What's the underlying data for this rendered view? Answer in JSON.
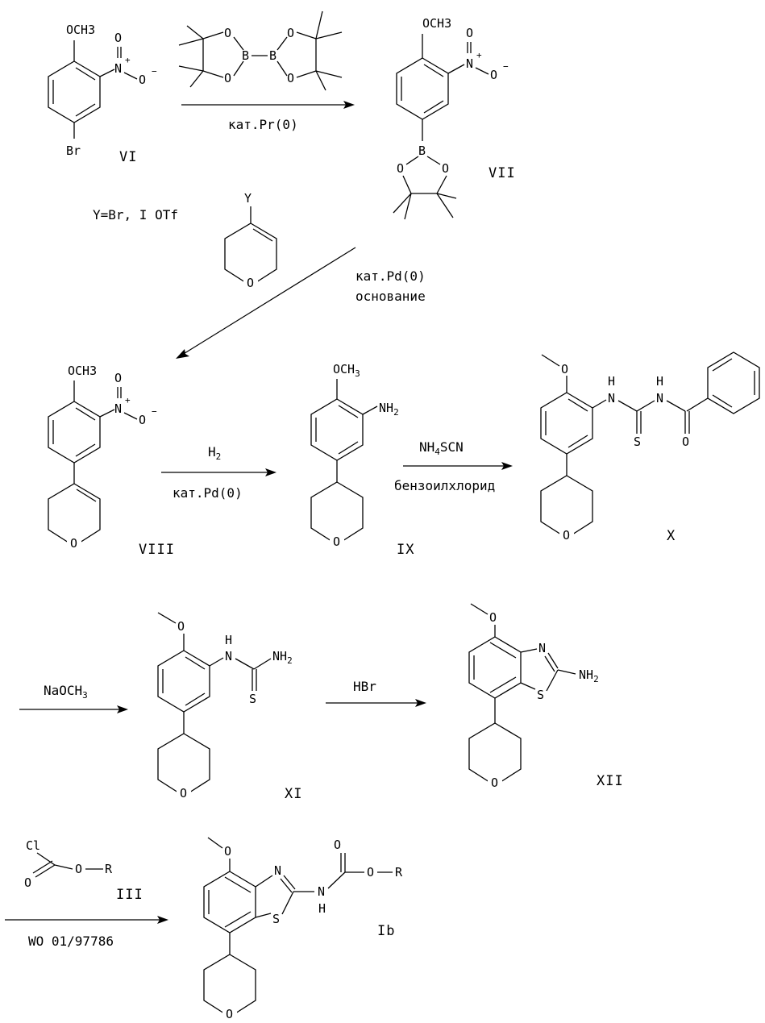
{
  "scheme": {
    "compounds": {
      "VI": {
        "label": "VI",
        "substituents": {
          "methoxy": "OCH3",
          "nitro_n": "N",
          "nitro_plus": "+",
          "nitro_o1": "O",
          "nitro_o2": "O",
          "nitro_minus": "−",
          "bromo": "Br"
        }
      },
      "VII": {
        "label": "VII",
        "substituents": {
          "methoxy": "OCH3",
          "nitro_n": "N",
          "nitro_plus": "+",
          "nitro_o1": "O",
          "nitro_o2": "O",
          "nitro_minus": "−",
          "boron": "B",
          "ester_o1": "O",
          "ester_o2": "O"
        }
      },
      "VIII": {
        "label": "VIII",
        "substituents": {
          "methoxy": "OCH3",
          "nitro_n": "N",
          "nitro_plus": "+",
          "nitro_o1": "O",
          "nitro_o2": "O",
          "nitro_minus": "−",
          "ring_o": "O"
        }
      },
      "IX": {
        "label": "IX",
        "substituents": {
          "methoxy": "OCH3",
          "amino": "NH2",
          "ring_o": "O"
        }
      },
      "X": {
        "label": "X",
        "substituents": {
          "methoxy_o": "O",
          "nh1": "H",
          "n1": "N",
          "nh2": "H",
          "n2": "N",
          "thio_s": "S",
          "carbonyl_o": "O",
          "ring_o": "O"
        }
      },
      "XI": {
        "label": "XI",
        "substituents": {
          "methoxy_o": "O",
          "nh": "H",
          "n": "N",
          "amino": "NH2",
          "thio_s": "S",
          "ring_o": "O"
        }
      },
      "XII": {
        "label": "XII",
        "substituents": {
          "methoxy_o": "O",
          "thiazole_n": "N",
          "thiazole_s": "S",
          "amino": "NH2",
          "ring_o": "O"
        }
      },
      "Ib": {
        "label": "Ib",
        "substituents": {
          "methoxy_o": "O",
          "thiazole_n": "N",
          "thiazole_s": "S",
          "amide_n": "N",
          "amide_h": "H",
          "carbonyl_o": "O",
          "ester_o": "O",
          "r_group": "R",
          "ring_o": "O"
        }
      }
    },
    "reagents": {
      "B2pin2": {
        "o1": "O",
        "o2": "O",
        "o3": "O",
        "o4": "O",
        "b1": "B",
        "b2": "B"
      },
      "dihydropyran": {
        "y": "Y",
        "ring_o": "O",
        "note": "Y=Br, I OTf"
      },
      "chloroformate": {
        "cl": "Cl",
        "o_carbonyl": "O",
        "o_ester": "O",
        "r": "R",
        "label": "III"
      }
    },
    "steps": [
      {
        "id": "step1",
        "condition_below": "кат.Pr(0)"
      },
      {
        "id": "step2",
        "condition_lines": [
          "кат.Pd(0)",
          "основание"
        ]
      },
      {
        "id": "step3",
        "reagent_above": "H2",
        "condition_below": "кат.Pd(0)"
      },
      {
        "id": "step4",
        "reagent_above": "NH4SCN",
        "condition_below": "бензоилхлорид"
      },
      {
        "id": "step5",
        "reagent_above": "NaOCH3"
      },
      {
        "id": "step6",
        "reagent_above": "HBr"
      },
      {
        "id": "step7",
        "condition_below": "WO 01/97786"
      }
    ]
  }
}
